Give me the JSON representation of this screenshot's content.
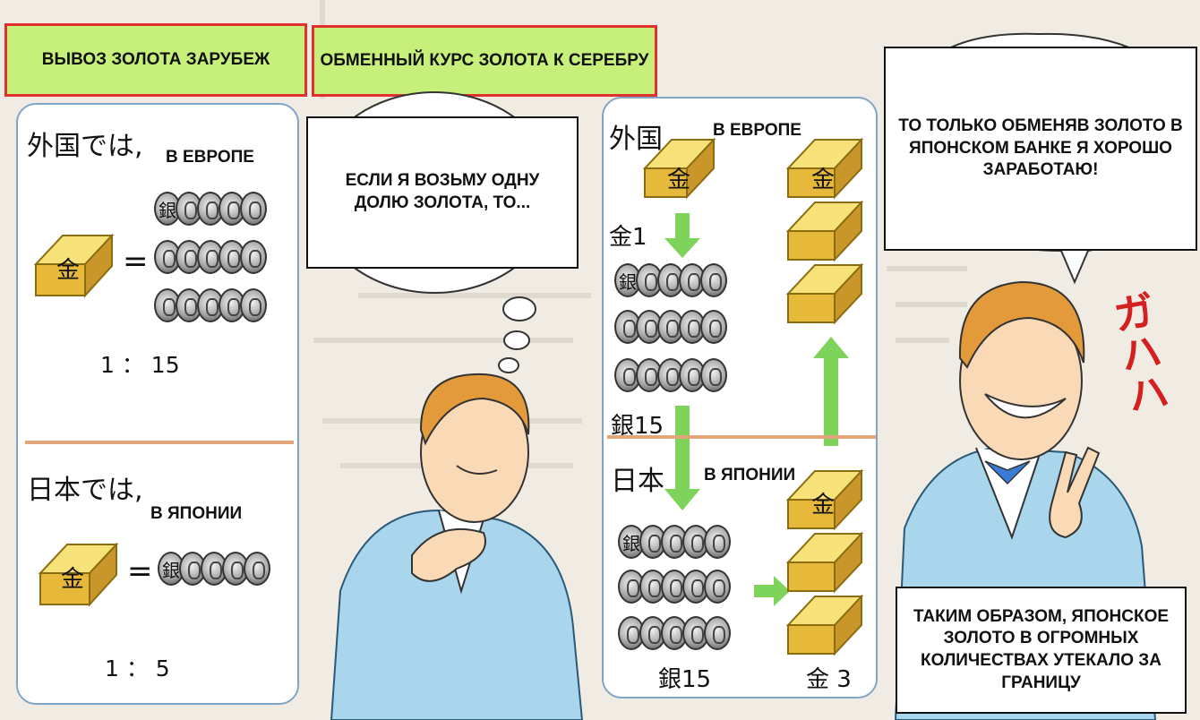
{
  "labels": {
    "export": "ВЫВОЗ ЗОЛОТА ЗАРУБЕЖ",
    "rate": "ОБМЕННЫЙ КУРС ЗОЛОТА К СЕРЕБРУ"
  },
  "left_panel": {
    "foreign_jp": "外国では,",
    "foreign_ru": "В ЕВРОПЕ",
    "foreign_ratio": "1 ： 15",
    "japan_jp": "日本では,",
    "japan_ru": "В ЯПОНИИ",
    "japan_ratio": "1 ： 5",
    "gold_kanji": "金",
    "silver_kanji": "銀",
    "equals": "="
  },
  "thought": {
    "text": "ЕСЛИ Я ВОЗЬМУ ОДНУ ДОЛЮ ЗОЛОТА, ТО..."
  },
  "right_panel": {
    "foreign_jp": "外国",
    "foreign_ru": "В ЕВРОПЕ",
    "gold1": "金1",
    "silver15_top": "銀15",
    "japan_jp": "日本",
    "japan_ru": "В ЯПОНИИ",
    "silver15_bottom": "銀15",
    "gold3": "金 3",
    "gold_kanji": "金",
    "silver_kanji": "銀"
  },
  "speech": {
    "text": "ТО ТОЛЬКО ОБМЕНЯВ ЗОЛОТО В ЯПОНСКОМ БАНКЕ Я ХОРОШО ЗАРАБОТАЮ!"
  },
  "caption": {
    "text": "ТАКИМ ОБРАЗОМ, ЯПОНСКОЕ ЗОЛОТО В ОГРОМНЫХ КОЛИЧЕСТВАХ УТЕКАЛО ЗА ГРАНИЦУ"
  },
  "laugh": "ガハハ",
  "colors": {
    "label_bg": "#c6f07a",
    "label_border": "#e03030",
    "panel_border": "#7fa6c9",
    "divider": "#e3a57c",
    "arrow": "#7ed35a",
    "gold": "#f0d24a",
    "suit": "#a9d6ec",
    "hair": "#e39a3b"
  }
}
